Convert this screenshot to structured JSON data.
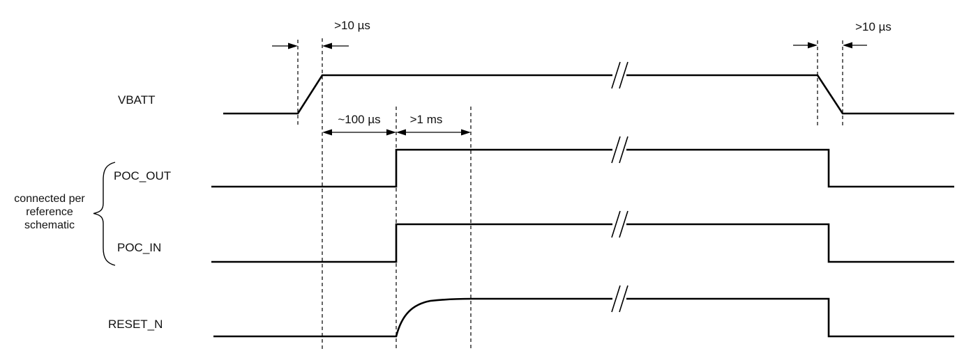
{
  "diagram": {
    "type": "power-up-power-down-timing-diagram",
    "background_color": "#ffffff",
    "line_color": "#000000",
    "signals": [
      {
        "label": "VBATT"
      },
      {
        "label": "POC_OUT"
      },
      {
        "label": "POC_IN"
      },
      {
        "label": "RESET_N"
      }
    ],
    "annotations": {
      "vbatt_rise_time": ">10 µs",
      "poc_assert_delay": "~100 µs",
      "reset_release_delay": ">1 ms",
      "vbatt_fall_time": ">10 µs"
    },
    "brace_note": {
      "line1": "connected per",
      "line2": "reference",
      "line3": "schematic"
    }
  }
}
